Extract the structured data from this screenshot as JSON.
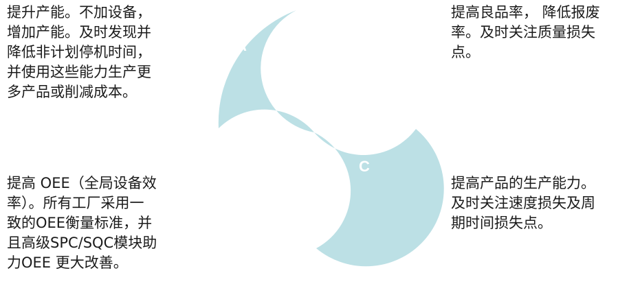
{
  "colors": {
    "petal": "#bce0e5",
    "background": "#ffffff"
  },
  "labels": {
    "a": "A",
    "c": "C"
  },
  "text_blocks": {
    "top_left": [
      "提升产能。不加设备，",
      "增加产能。及时发现并",
      "降低非计划停机时间，",
      "并使用这些能力生产更",
      "多产品或削减成本。"
    ],
    "bottom_left": [
      "提高 OEE（全局设备效",
      "率）。所有工厂采用一",
      "致的OEE衡量标准，并",
      "且高级SPC/SQC模块助",
      "力OEE 更大改善。"
    ],
    "top_right": [
      "提高良品率， 降低报废",
      "率。及时关注质量损失",
      "点。"
    ],
    "bottom_right": [
      "提高产品的生产能力。",
      "及时关注速度损失及周",
      "期时间损失点。"
    ]
  }
}
